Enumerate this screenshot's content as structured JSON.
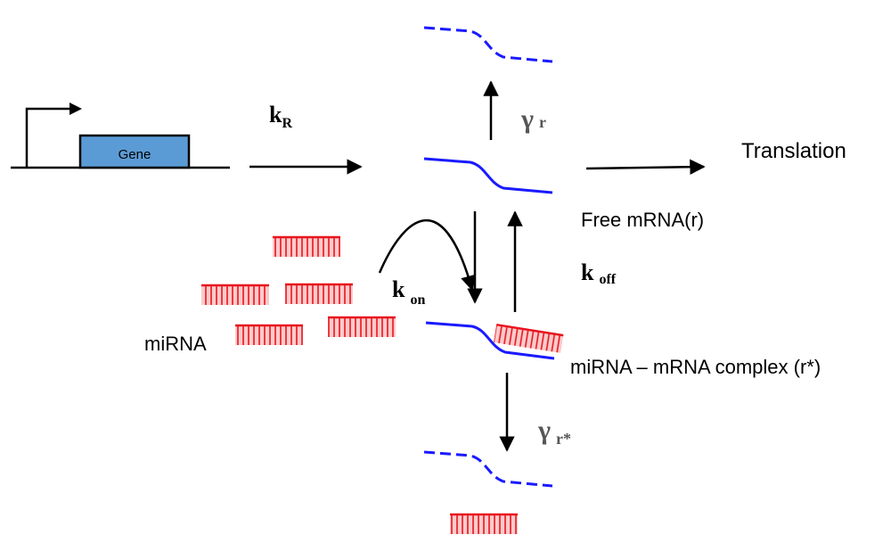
{
  "labels": {
    "gene": "Gene",
    "k_R": "k",
    "k_R_sub": "R",
    "gamma_r": "γ",
    "gamma_r_sub": "r",
    "translation": "Translation",
    "free_mrna": "Free mRNA(r)",
    "k_off": "k",
    "k_off_sub": "off",
    "k_on": "k",
    "k_on_sub": "on",
    "mirna": "miRNA",
    "complex": "miRNA – mRNA complex (r*)",
    "gamma_rstar": "γ",
    "gamma_rstar_sub": "r*"
  },
  "colors": {
    "mrna": "#1a1aff",
    "mirna_stroke": "#e8141e",
    "mirna_fill": "#f7a8a8",
    "gene_fill": "#5b9bd5",
    "gene_stroke": "#000000",
    "arrow": "#000000",
    "label_gray": "#555555"
  }
}
